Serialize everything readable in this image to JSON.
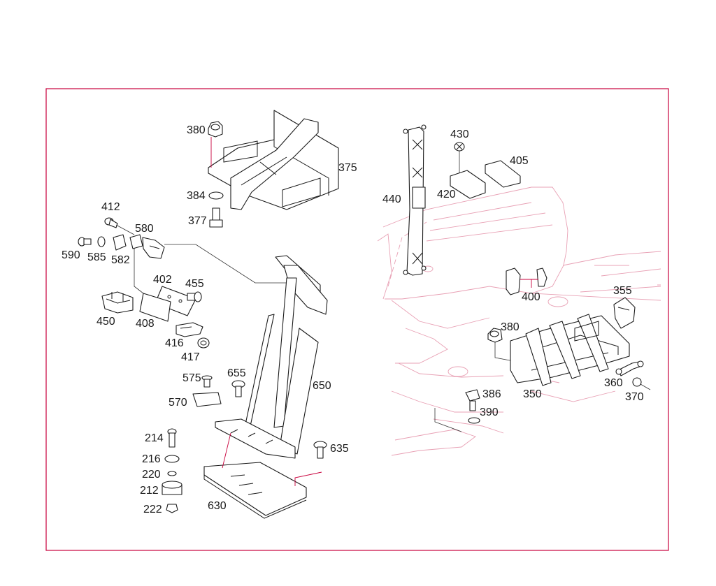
{
  "callouts": [
    {
      "label": "380"
    },
    {
      "label": "375"
    },
    {
      "label": "384"
    },
    {
      "label": "377"
    },
    {
      "label": "412"
    },
    {
      "label": "580"
    },
    {
      "label": "590"
    },
    {
      "label": "585"
    },
    {
      "label": "582"
    },
    {
      "label": "402"
    },
    {
      "label": "455"
    },
    {
      "label": "450"
    },
    {
      "label": "408"
    },
    {
      "label": "416"
    },
    {
      "label": "417"
    },
    {
      "label": "575"
    },
    {
      "label": "655"
    },
    {
      "label": "650"
    },
    {
      "label": "570"
    },
    {
      "label": "214"
    },
    {
      "label": "635"
    },
    {
      "label": "216"
    },
    {
      "label": "220"
    },
    {
      "label": "212"
    },
    {
      "label": "222"
    },
    {
      "label": "630"
    },
    {
      "label": "430"
    },
    {
      "label": "405"
    },
    {
      "label": "440"
    },
    {
      "label": "420"
    },
    {
      "label": "400"
    },
    {
      "label": "355"
    },
    {
      "label": "380"
    },
    {
      "label": "360"
    },
    {
      "label": "370"
    },
    {
      "label": "386"
    },
    {
      "label": "350"
    },
    {
      "label": "390"
    }
  ],
  "colors": {
    "frame": "#c8003c",
    "ghost": "#e8a0b4",
    "line": "#1a1a1a"
  }
}
